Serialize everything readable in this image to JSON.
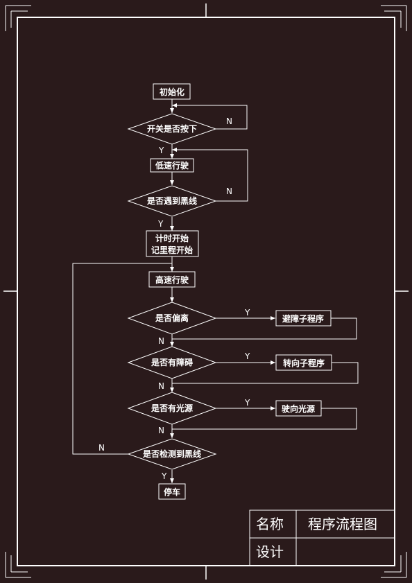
{
  "colors": {
    "background": "#2a1a1b",
    "line": "#ffffff",
    "text": "#ffffff"
  },
  "nodes": {
    "init": "初始化",
    "switch_check": "开关是否按下",
    "low_speed": "低速行驶",
    "black_line_check": "是否遇到黑线",
    "timer_line1": "计时开始",
    "timer_line2": "记里程开始",
    "high_speed": "高速行驶",
    "offset_check": "是否偏离",
    "avoid_subroutine": "避障子程序",
    "obstacle_check": "是否有障碍",
    "turn_subroutine": "转向子程序",
    "light_check": "是否有光源",
    "toward_light": "驶向光源",
    "detect_black_line": "是否检测到黑线",
    "stop": "停车"
  },
  "branch_labels": {
    "yes": "Y",
    "no": "N"
  },
  "title_block": {
    "name_label": "名称",
    "name_value": "程序流程图",
    "design_label": "设计",
    "design_value": ""
  }
}
